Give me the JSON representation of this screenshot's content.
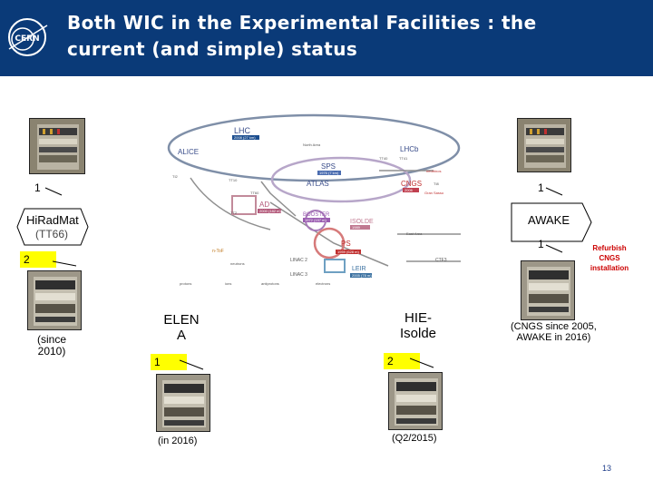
{
  "slide": {
    "title_line1": "Both WIC in the Experimental Facilities : the",
    "title_line2": "current (and simple) status",
    "page_number": "13"
  },
  "hiradmat": {
    "count": "1",
    "label": "HiRadMat",
    "sublabel": "(TT66)",
    "badge": "2",
    "note_line1": "(since",
    "note_line2": "2010)"
  },
  "awake": {
    "count": "1",
    "label": "AWAKE",
    "count2": "1",
    "refurbish_line1": "Refurbish",
    "refurbish_line2": "CNGS",
    "refurbish_line3": "installation",
    "note_line1": "(CNGS since 2005,",
    "note_line2": "AWAKE in  2016)"
  },
  "elena": {
    "label_line1": "ELEN",
    "label_line2": "A",
    "badge": "1",
    "note": "(in 2016)"
  },
  "hie_isolde": {
    "label_line1": "HIE-",
    "label_line2": "Isolde",
    "badge": "2",
    "note": "(Q2/2015)"
  },
  "accelerator_map": {
    "LHC": "LHC",
    "ALICE": "ALICE",
    "LHCb": "LHCb",
    "SPS": "SPS",
    "ATLAS": "ATLAS",
    "CNGS": "CNGS",
    "AD": "AD",
    "BOOSTER": "BOOSTER",
    "ISOLDE": "ISOLDE",
    "PS": "PS",
    "LEIR": "LEIR",
    "LINAC2": "LINAC 2",
    "LINAC3": "LINAC 3",
    "CTF3": "CTF3",
    "n_TOF": "n-ToF",
    "North_Area": "North Area",
    "TT10": "TT10",
    "TT40": "TT40",
    "TT41": "TT41",
    "TI2": "TI2",
    "TI8": "TI8",
    "TT60": "TT60",
    "TT2": "TT2",
    "Gran_Sasso": "Gran Sasso",
    "neutrinos": "neutrinos",
    "East_Area": "East Area",
    "protons": "protons",
    "ions": "ions",
    "neutrons": "neutrons",
    "electrons": "electrons",
    "antiprotons": "antiprotons",
    "lhc_year": "2008 (27 km)",
    "sps_year": "1976 (7 km)",
    "ps_year": "1959 (628 m)",
    "ad_year": "2000 (182 m)",
    "booster_year": "1972 (157 m)",
    "isolde_year": "1989",
    "leir_year": "2005 (78 m)",
    "cngs_year": "2006"
  },
  "colors": {
    "header": "#0a3a78",
    "badge_yellow": "#ffff00",
    "arrow_fill": "#ffffff",
    "refurbish_red": "#cc0000"
  }
}
